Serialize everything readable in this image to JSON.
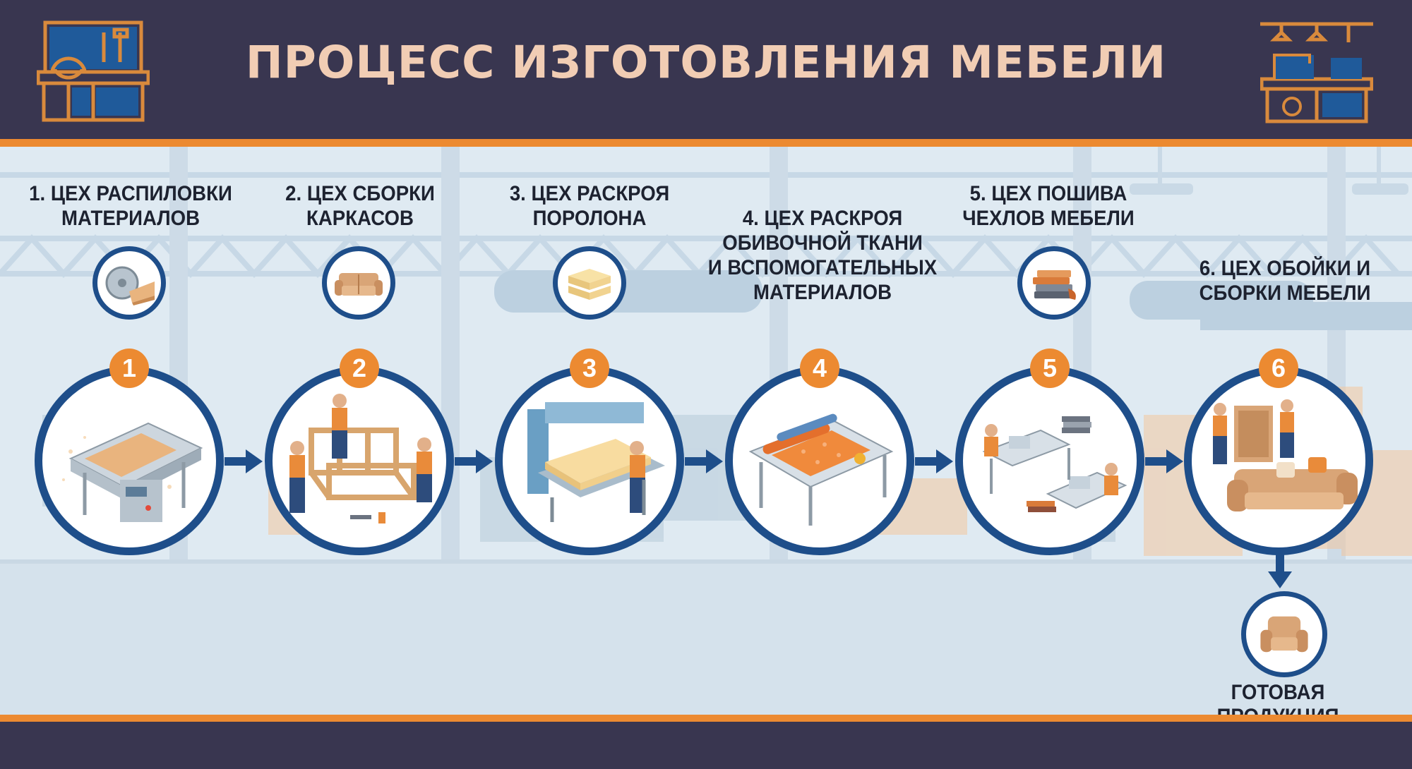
{
  "header": {
    "title": "ПРОЦЕСС ИЗГОТОВЛЕНИЯ МЕБЕЛИ",
    "left_icon": "workbench-tools-icon",
    "right_icon": "sewing-workstation-icon"
  },
  "colors": {
    "header_bg": "#393650",
    "accent_orange": "#ec8a31",
    "title_text": "#f1cdb4",
    "circle_border": "#1e4e8a",
    "background": "#dfeaf2"
  },
  "stages": [
    {
      "number": "1",
      "label": "1. ЦЕХ РАСПИЛОВКИ\nМАТЕРИАЛОВ",
      "icon": "saw-blade-icon"
    },
    {
      "number": "2",
      "label": "2. ЦЕХ СБОРКИ\nКАРКАСОВ",
      "icon": "sofa-icon"
    },
    {
      "number": "3",
      "label": "3. ЦЕХ РАСКРОЯ\nПОРОЛОНА",
      "icon": "foam-blocks-icon"
    },
    {
      "number": "4",
      "label": "4. ЦЕХ РАСКРОЯ\nОБИВОЧНОЙ ТКАНИ\nИ ВСПОМОГАТЕЛЬНЫХ\nМАТЕРИАЛОВ",
      "icon": ""
    },
    {
      "number": "5",
      "label": "5. ЦЕХ ПОШИВА\nЧЕХЛОВ МЕБЕЛИ",
      "icon": "fabric-stack-icon"
    },
    {
      "number": "6",
      "label": "6. ЦЕХ ОБОЙКИ И\nСБОРКИ МЕБЕЛИ",
      "icon": ""
    }
  ],
  "output": {
    "label": "ГОТОВАЯ ПРОДУКЦИЯ",
    "icon": "armchair-icon"
  }
}
